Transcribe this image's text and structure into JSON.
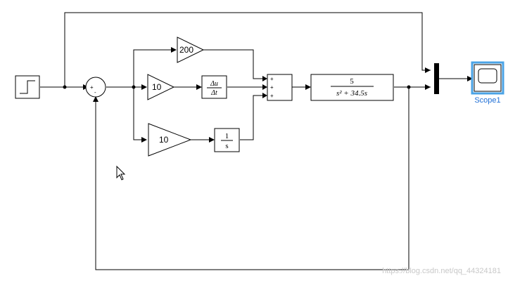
{
  "blocks": {
    "gain_top": "200",
    "gain_mid": "10",
    "gain_bot": "10",
    "deriv_num": "Δu",
    "deriv_den": "Δt",
    "integ_num": "1",
    "integ_den": "s",
    "tf_num": "5",
    "tf_den": "s² + 34.5s",
    "sum1_signs": [
      "+",
      "-"
    ],
    "sum2_signs": [
      "+",
      "+",
      "+"
    ],
    "scope_label": "Scope1"
  },
  "watermark": "https://blog.csdn.net/qq_44324181"
}
